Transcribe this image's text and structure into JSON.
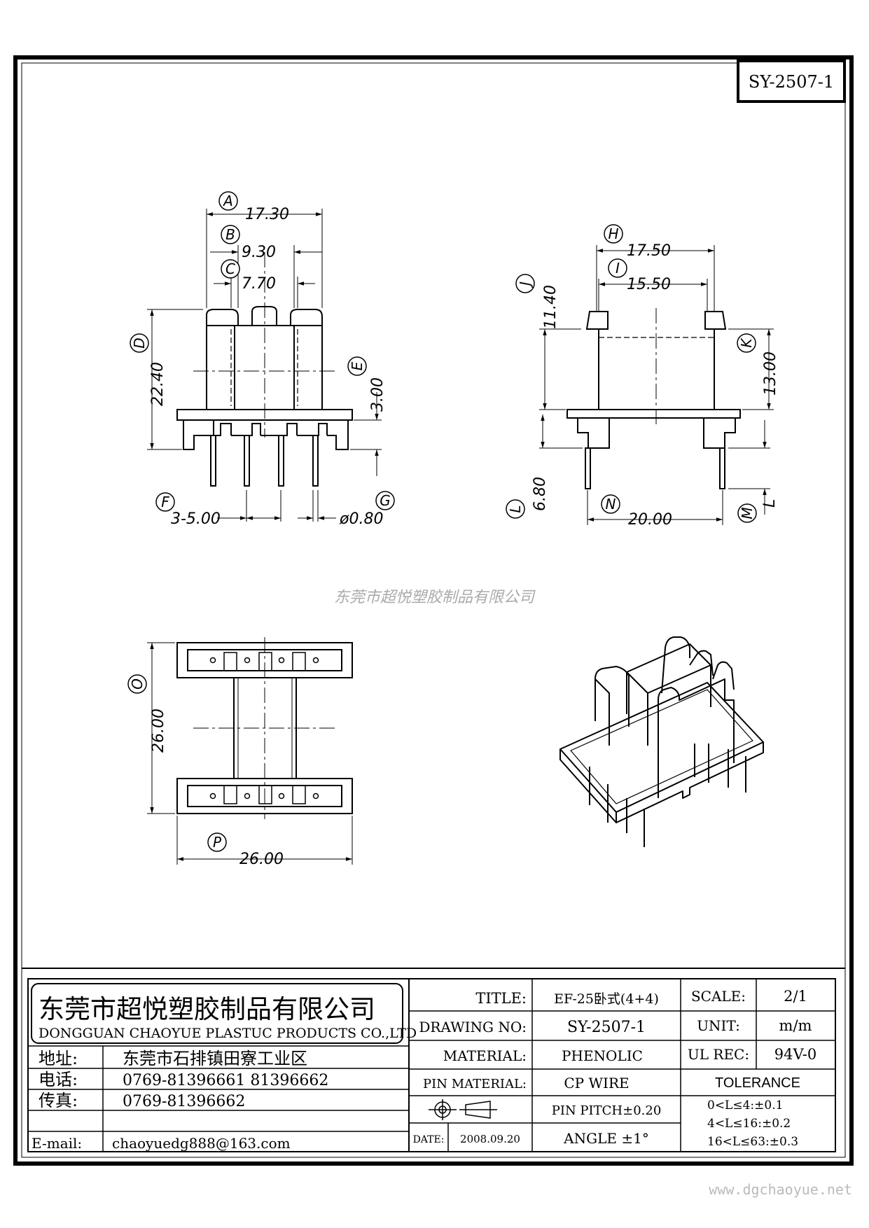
{
  "drawing_code": "SY-2507-1",
  "watermark_center": "东莞市超悦塑胶制品有限公司",
  "watermark_footer": "www.dgchaoyue.net",
  "dims": {
    "A": "17.30",
    "B": "9.30",
    "C": "7.70",
    "D": "22.40",
    "E": "3.00",
    "F": "3-5.00",
    "G": "ø0.80",
    "H": "17.50",
    "I": "15.50",
    "J": "11.40",
    "K": "13.00",
    "L": "6.80",
    "N": "20.00",
    "M": "L",
    "O": "26.00",
    "P": "26.00"
  },
  "letters": [
    "A",
    "B",
    "C",
    "D",
    "E",
    "F",
    "G",
    "H",
    "I",
    "J",
    "K",
    "L",
    "M",
    "N",
    "O",
    "P"
  ],
  "company": {
    "name_cn": "东莞市超悦塑胶制品有限公司",
    "name_en": "DONGGUAN CHAOYUE PLASTUC PRODUCTS CO.,LTD"
  },
  "contact": [
    {
      "label": "地址:",
      "value": "东莞市石排镇田寮工业区"
    },
    {
      "label": "电话:",
      "value": "0769-81396661   81396662"
    },
    {
      "label": "传真:",
      "value": "0769-81396662"
    },
    {
      "label": "E-mail:",
      "value": "chaoyuedg888@163.com"
    }
  ],
  "title_block": {
    "title_label": "TITLE:",
    "title_value": "EF-25卧式(4+4)",
    "drawing_no_label": "DRAWING NO:",
    "drawing_no_value": "SY-2507-1",
    "material_label": "MATERIAL:",
    "material_value": "PHENOLIC",
    "pin_material_label": "PIN MATERIAL:",
    "pin_material_value": "CP WIRE",
    "pin_pitch": "PIN PITCH±0.20",
    "date_label": "DATE:",
    "date_value": "2008.09.20",
    "angle": "ANGLE  ±1°",
    "scale_label": "SCALE:",
    "scale_value": "2/1",
    "unit_label": "UNIT:",
    "unit_value": "m/m",
    "ul_label": "UL REC:",
    "ul_value": "94V-0",
    "tolerance_label": "TOLERANCE",
    "tolerance": [
      "0<L≤4:±0.1",
      "4<L≤16:±0.2",
      "16<L≤63:±0.3"
    ]
  }
}
